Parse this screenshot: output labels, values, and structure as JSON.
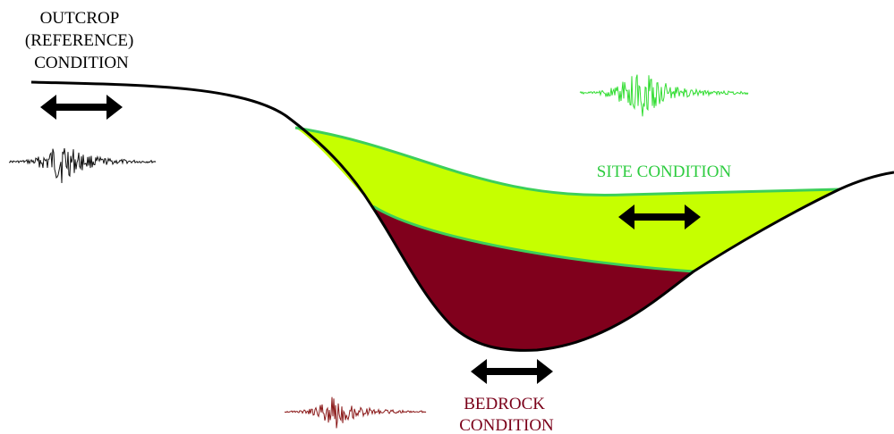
{
  "labels": {
    "outcrop": [
      "OUTCROP",
      "(REFERENCE)",
      "CONDITION"
    ],
    "site": "SITE CONDITION",
    "bedrock": [
      "BEDROCK",
      "CONDITION"
    ]
  },
  "colors": {
    "ground_line": "#000000",
    "outcrop_text": "#000000",
    "site_text": "#2ecc40",
    "site_fill": "#c6ff00",
    "site_edge": "#3ccf5a",
    "bedrock_text": "#7a0019",
    "bedrock_fill": "#80001c",
    "arrow": "#000000",
    "seismogram_outcrop": "#111111",
    "seismogram_site": "#33dd33",
    "seismogram_bedrock": "#8b1a1a"
  },
  "icons": {
    "arrows": "double-headed-arrow",
    "seismograms": "seismogram-trace"
  }
}
